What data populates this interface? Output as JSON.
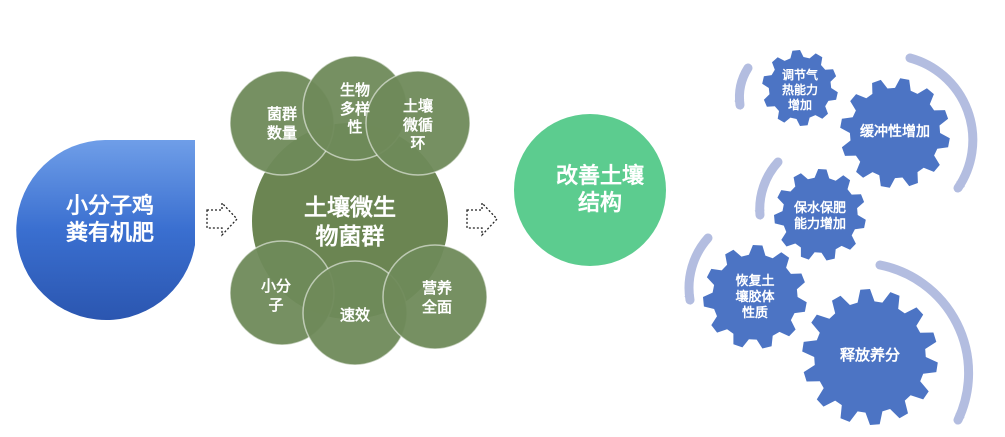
{
  "source": {
    "label": "小分子鸡\n粪有机肥"
  },
  "microbe": {
    "center": "土壤微生\n物菌群",
    "petals": [
      "菌群\n数量",
      "生物\n多样\n性",
      "土壤\n微循\n环",
      "小分\n子",
      "速效",
      "营养\n全面"
    ]
  },
  "result": {
    "label": "改善土壤\n结构"
  },
  "gears": [
    "调节气\n热能力\n增加",
    "缓冲性增加",
    "保水保肥\n能力增加",
    "恢复土\n壤胶体\n性质",
    "释放养分"
  ],
  "colors": {
    "drop_blue": "#3a6fd0",
    "microbe_green": "#6b8552",
    "petal_green": "#6f8a5a",
    "result_green": "#5ccc8f",
    "gear_blue": "#4c74c4",
    "arrow_lavender": "#b3bde0"
  }
}
